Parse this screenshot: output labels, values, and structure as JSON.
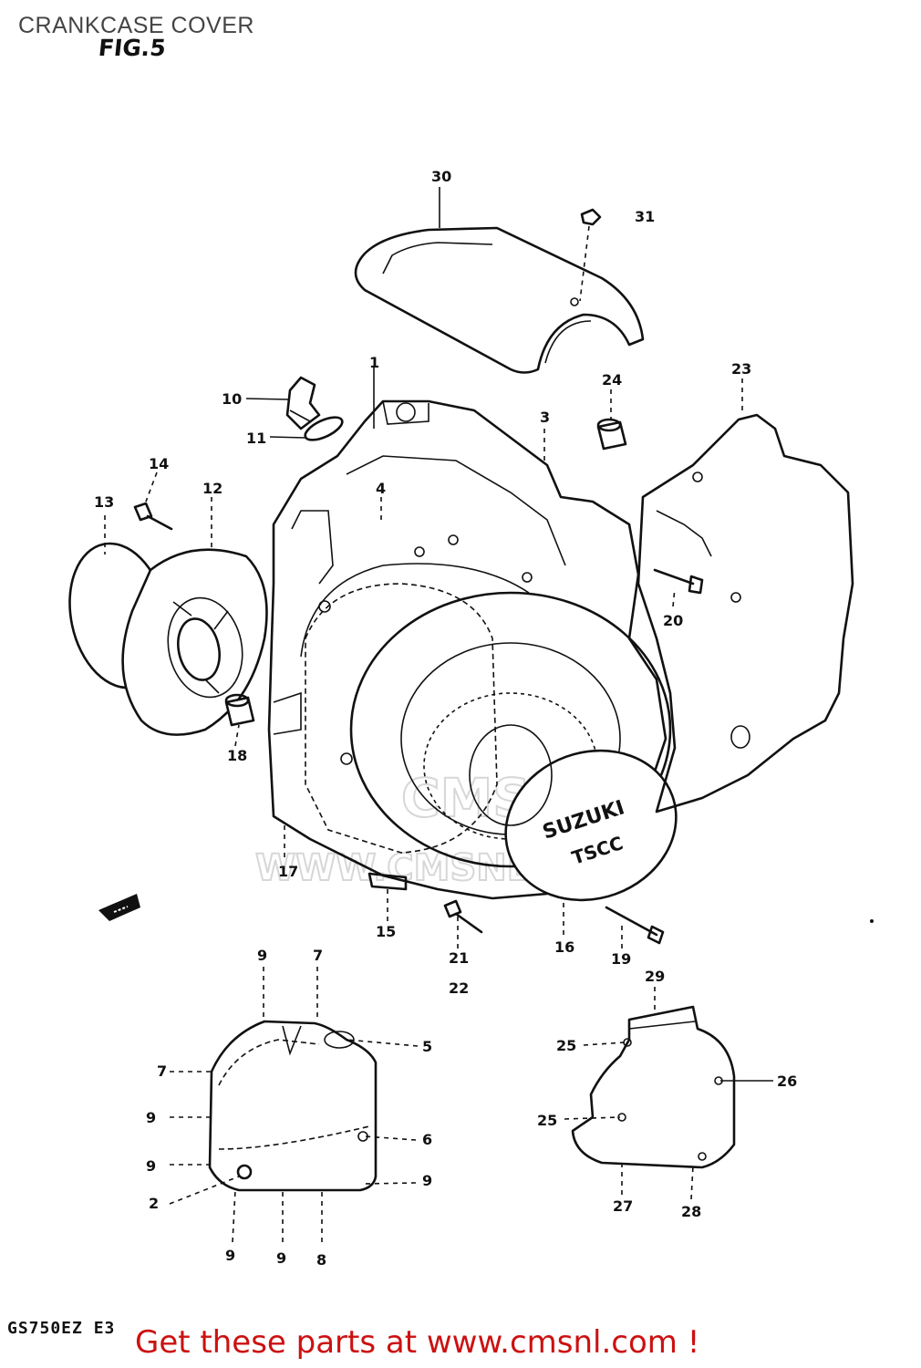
{
  "header": {
    "title": "CRANKCASE COVER",
    "figure": "FIG.5"
  },
  "footer": {
    "model_code": "GS750EZ E3",
    "promo_text": "Get these parts at www.cmsnl.com !"
  },
  "watermark": {
    "logo_text": "CMS",
    "url_text": "WWW.CMSNL.COM"
  },
  "cover_badge": {
    "line1": "SUZUKI",
    "line2": "TSCC"
  },
  "part_callouts": {
    "c1": "1",
    "c2": "2",
    "c3": "3",
    "c4": "4",
    "c5": "5",
    "c6": "6",
    "c7a": "7",
    "c7b": "7",
    "c8": "8",
    "c9a": "9",
    "c9b": "9",
    "c9c": "9",
    "c9d": "9",
    "c9e": "9",
    "c9f": "9",
    "c10": "10",
    "c11": "11",
    "c12": "12",
    "c13": "13",
    "c14": "14",
    "c15": "15",
    "c16": "16",
    "c17": "17",
    "c18": "18",
    "c19": "19",
    "c20": "20",
    "c21": "21",
    "c22": "22",
    "c23": "23",
    "c24": "24",
    "c25a": "25",
    "c25b": "25",
    "c26": "26",
    "c27": "27",
    "c28": "28",
    "c29": "29",
    "c30": "30",
    "c31": "31"
  },
  "colors": {
    "promo": "#cc1111",
    "line": "#111111",
    "watermark": "#d7d7d7"
  }
}
